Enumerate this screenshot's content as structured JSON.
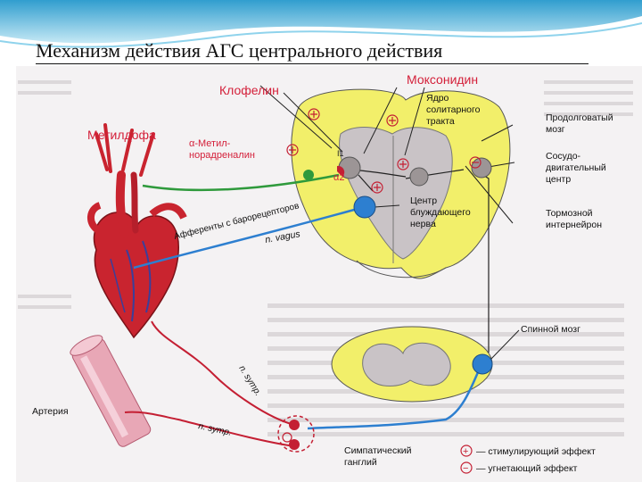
{
  "title": "Механизм действия АГС центрального действия",
  "labels": {
    "klofelin": "Клофелин",
    "moksonidin": "Моксонидин",
    "metildopa": "Метилдофа",
    "alpha_line1": "α-Метил-",
    "alpha_line2": "норадреналин",
    "nucleus_line1": "Ядро",
    "nucleus_line2": "солитарного",
    "nucleus_line3": "тракта",
    "medulla_line1": "Продолговатый",
    "medulla_line2": "мозг",
    "vasomotor_line1": "Сосудо-",
    "vasomotor_line2": "двигательный",
    "vasomotor_line3": "центр",
    "vagus_center_line1": "Центр",
    "vagus_center_line2": "блуждающего",
    "vagus_center_line3": "нерва",
    "inhib_line1": "Тормозной",
    "inhib_line2": "интернейрон",
    "spinal": "Спинной мозг",
    "artery": "Артерия",
    "ganglion_line1": "Симпатический",
    "ganglion_line2": "ганглий",
    "afferents": "Афференты с барорецепторов",
    "n_vagus": "n. vagus",
    "n_symp_1": "n. symp.",
    "n_symp_2": "n. symp.",
    "alpha2": "α2",
    "i_mark": "I1"
  },
  "legend": {
    "stim_symbol": "+",
    "stim_text": "— стимулирующий эффект",
    "inhib_symbol": "−",
    "inhib_text": "— угнетающий эффект"
  },
  "colors": {
    "red_label": "#d4203a",
    "medulla_fill": "#f2ef6a",
    "brain_gray": "#c9c3c6",
    "blue_nerve": "#2d7fd0",
    "green_nerve": "#2f9a3c"
  }
}
